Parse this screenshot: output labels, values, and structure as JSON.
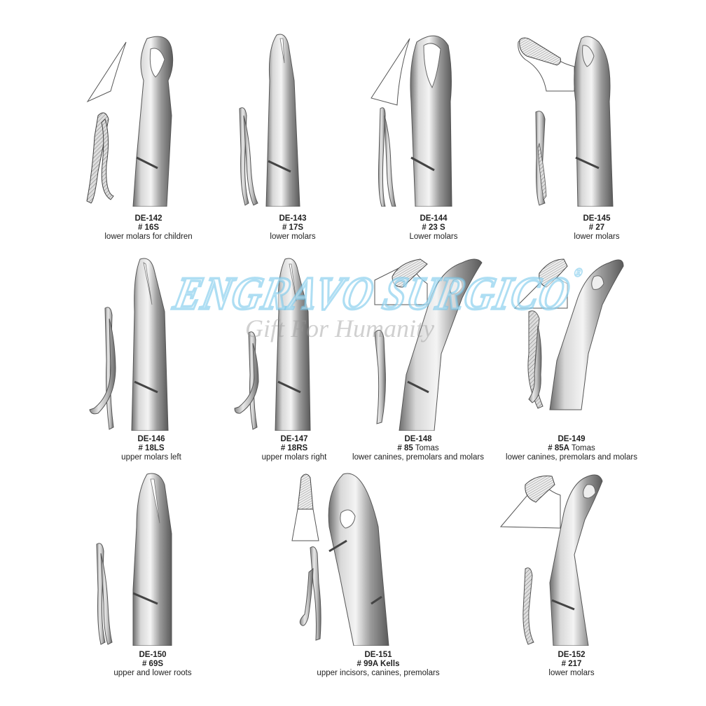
{
  "catalog": {
    "items": [
      {
        "code": "DE-142",
        "number": "# 16S",
        "number_suffix": "",
        "description": "lower molars for children"
      },
      {
        "code": "DE-143",
        "number": "# 17S",
        "number_suffix": "",
        "description": "lower molars"
      },
      {
        "code": "DE-144",
        "number": "# 23 S",
        "number_suffix": "",
        "description": "Lower molars"
      },
      {
        "code": "DE-145",
        "number": "# 27",
        "number_suffix": "",
        "description": "lower molars"
      },
      {
        "code": "DE-146",
        "number": "# 18LS",
        "number_suffix": "",
        "description": "upper molars left"
      },
      {
        "code": "DE-147",
        "number": "# 18RS",
        "number_suffix": "",
        "description": "upper molars right"
      },
      {
        "code": "DE-148",
        "number": "# 85",
        "number_suffix": " Tomas",
        "description": "lower canines, premolars and molars"
      },
      {
        "code": "DE-149",
        "number": "# 85A",
        "number_suffix": "  Tomas",
        "description": "lower canines, premolars  and molars"
      },
      {
        "code": "DE-150",
        "number": "# 69S",
        "number_suffix": "",
        "description": "upper and lower roots"
      },
      {
        "code": "DE-151",
        "number": "# 99A Kells",
        "number_suffix": "",
        "description": "upper incisors, canines, premolars"
      },
      {
        "code": "DE-152",
        "number": "# 217",
        "number_suffix": "",
        "description": "lower molars"
      }
    ]
  },
  "watermark": {
    "brand": "ENGRAVO SURGICO",
    "registered": "®",
    "tagline": "Gift For Humanity",
    "brand_color": "#78c8eb"
  },
  "icons": {
    "instrument": "dental-extraction-forceps"
  }
}
